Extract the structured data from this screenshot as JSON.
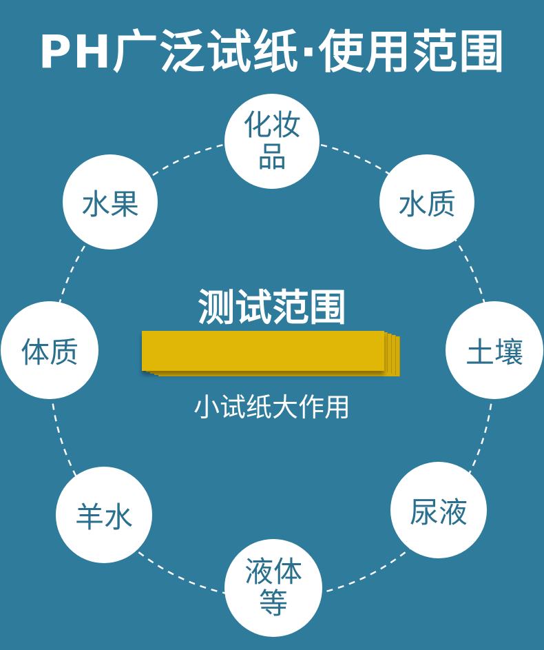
{
  "title": "PH广泛试纸·使用范围",
  "center": {
    "title": "测试范围",
    "subtitle": "小试纸大作用"
  },
  "nodes": {
    "cosmetics": "化妆品",
    "fruit": "水果",
    "water": "水质",
    "body": "体质",
    "soil": "土壤",
    "amniotic": "羊水",
    "urine": "尿液",
    "liquid": "液体等"
  },
  "colors": {
    "background": "#2e7b9c",
    "circle": "#ffffff",
    "circle_text": "#2a6f8e",
    "strip": "#e0b707",
    "ring_dash": "#ffffff"
  }
}
